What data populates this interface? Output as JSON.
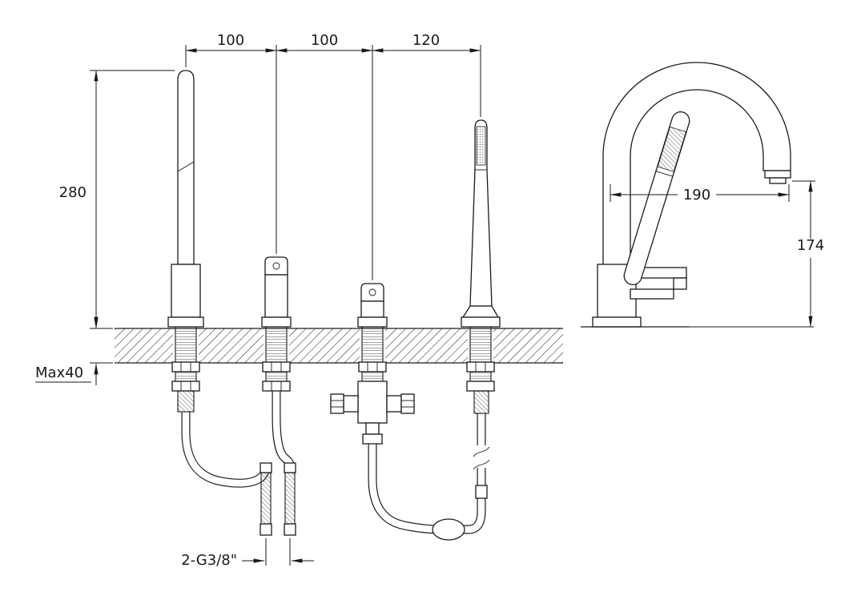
{
  "drawing": {
    "front": {
      "spacing_1": "100",
      "spacing_2": "100",
      "spacing_3": "120",
      "height": "280",
      "deck_thickness": "Max40",
      "inlet_connections": "2-G3/8\""
    },
    "side": {
      "reach": "190",
      "height": "174"
    }
  }
}
